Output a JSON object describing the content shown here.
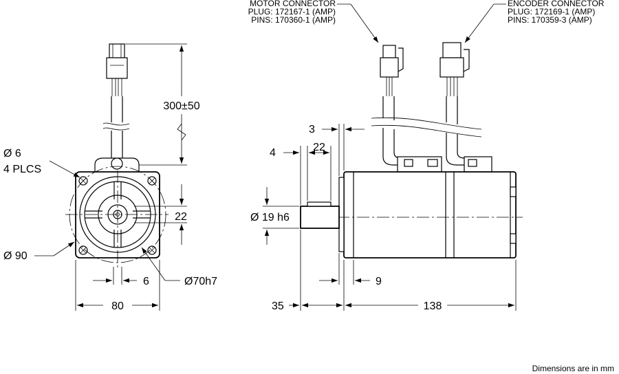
{
  "motor_connector": {
    "title": "MOTOR CONNECTOR",
    "plug": "PLUG: 172167-1 (AMP)",
    "pins": "PINS: 170360-1 (AMP)"
  },
  "encoder_connector": {
    "title": "ENCODER CONNECTOR",
    "plug": "PLUG: 172169-1 (AMP)",
    "pins": "PINS: 170359-3 (AMP)"
  },
  "dimensions": {
    "cable_length": "300±50",
    "hole": "Ø 6",
    "hole_count": "4 PLCS",
    "bolt_circle": "Ø 90",
    "key_height": "22",
    "key_width": "6",
    "pilot": "Ø70h7",
    "flange_width": "80",
    "flange_thickness": "3",
    "key_length": "22",
    "key_offset": "4",
    "shaft": "Ø 19 h6",
    "pilot_depth": "9",
    "shaft_length": "35",
    "body_length": "138"
  },
  "footer": {
    "note": "Dimensions are in mm"
  }
}
